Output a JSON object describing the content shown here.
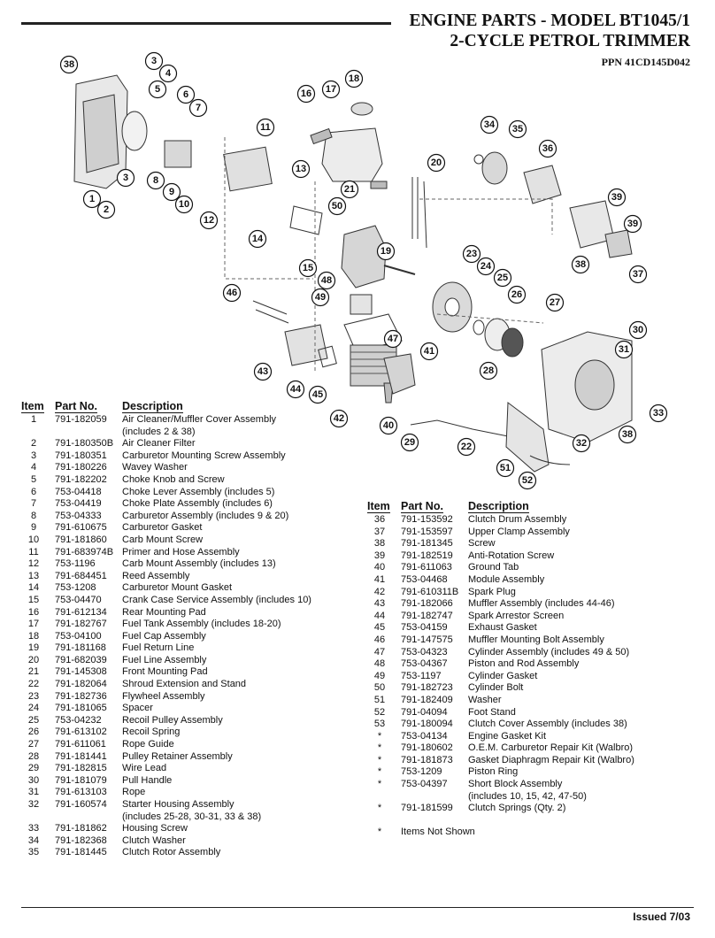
{
  "header": {
    "title_line1": "ENGINE PARTS - MODEL BT1045/1",
    "title_line2": "2-CYCLE PETROL TRIMMER",
    "ppn": "PPN 41CD145D042"
  },
  "table_headers": {
    "item": "Item",
    "part_no": "Part No.",
    "description": "Description"
  },
  "parts_left": [
    {
      "item": "1",
      "part_no": "791-182059",
      "description": "Air Cleaner/Muffler Cover Assembly",
      "description2": "(includes 2 & 38)"
    },
    {
      "item": "2",
      "part_no": "791-180350B",
      "description": "Air Cleaner Filter"
    },
    {
      "item": "3",
      "part_no": "791-180351",
      "description": "Carburetor Mounting Screw Assembly"
    },
    {
      "item": "4",
      "part_no": "791-180226",
      "description": "Wavey Washer"
    },
    {
      "item": "5",
      "part_no": "791-182202",
      "description": "Choke Knob and Screw"
    },
    {
      "item": "6",
      "part_no": "753-04418",
      "description": "Choke Lever Assembly (includes 5)"
    },
    {
      "item": "7",
      "part_no": "753-04419",
      "description": "Choke Plate Assembly (includes 6)"
    },
    {
      "item": "8",
      "part_no": "753-04333",
      "description": "Carburetor Assembly (includes 9 & 20)"
    },
    {
      "item": "9",
      "part_no": "791-610675",
      "description": "Carburetor Gasket"
    },
    {
      "item": "10",
      "part_no": "791-181860",
      "description": "Carb Mount Screw"
    },
    {
      "item": "11",
      "part_no": "791-683974B",
      "description": "Primer and Hose Assembly"
    },
    {
      "item": "12",
      "part_no": "753-1196",
      "description": "Carb Mount Assembly (includes 13)"
    },
    {
      "item": "13",
      "part_no": "791-684451",
      "description": "Reed Assembly"
    },
    {
      "item": "14",
      "part_no": "753-1208",
      "description": "Carburetor Mount Gasket"
    },
    {
      "item": "15",
      "part_no": "753-04470",
      "description": "Crank Case Service Assembly (includes 10)"
    },
    {
      "item": "16",
      "part_no": "791-612134",
      "description": "Rear Mounting Pad"
    },
    {
      "item": "17",
      "part_no": "791-182767",
      "description": "Fuel Tank Assembly (includes 18-20)"
    },
    {
      "item": "18",
      "part_no": "753-04100",
      "description": "Fuel Cap Assembly"
    },
    {
      "item": "19",
      "part_no": "791-181168",
      "description": "Fuel Return Line"
    },
    {
      "item": "20",
      "part_no": "791-682039",
      "description": "Fuel Line Assembly"
    },
    {
      "item": "21",
      "part_no": "791-145308",
      "description": "Front Mounting Pad"
    },
    {
      "item": "22",
      "part_no": "791-182064",
      "description": "Shroud Extension and Stand"
    },
    {
      "item": "23",
      "part_no": "791-182736",
      "description": "Flywheel Assembly"
    },
    {
      "item": "24",
      "part_no": "791-181065",
      "description": "Spacer"
    },
    {
      "item": "25",
      "part_no": "753-04232",
      "description": "Recoil Pulley Assembly"
    },
    {
      "item": "26",
      "part_no": "791-613102",
      "description": "Recoil Spring"
    },
    {
      "item": "27",
      "part_no": "791-611061",
      "description": "Rope Guide"
    },
    {
      "item": "28",
      "part_no": "791-181441",
      "description": "Pulley Retainer Assembly"
    },
    {
      "item": "29",
      "part_no": "791-182815",
      "description": "Wire Lead"
    },
    {
      "item": "30",
      "part_no": "791-181079",
      "description": "Pull Handle"
    },
    {
      "item": "31",
      "part_no": "791-613103",
      "description": "Rope"
    },
    {
      "item": "32",
      "part_no": "791-160574",
      "description": "Starter Housing Assembly",
      "description2": "(includes 25-28, 30-31, 33 & 38)"
    },
    {
      "item": "33",
      "part_no": "791-181862",
      "description": "Housing Screw"
    },
    {
      "item": "34",
      "part_no": "791-182368",
      "description": "Clutch Washer"
    },
    {
      "item": "35",
      "part_no": "791-181445",
      "description": "Clutch Rotor Assembly"
    }
  ],
  "parts_right": [
    {
      "item": "36",
      "part_no": "791-153592",
      "description": "Clutch Drum Assembly"
    },
    {
      "item": "37",
      "part_no": "791-153597",
      "description": "Upper Clamp Assembly"
    },
    {
      "item": "38",
      "part_no": "791-181345",
      "description": "Screw"
    },
    {
      "item": "39",
      "part_no": "791-182519",
      "description": "Anti-Rotation Screw"
    },
    {
      "item": "40",
      "part_no": "791-611063",
      "description": "Ground Tab"
    },
    {
      "item": "41",
      "part_no": "753-04468",
      "description": "Module Assembly"
    },
    {
      "item": "42",
      "part_no": "791-610311B",
      "description": "Spark Plug"
    },
    {
      "item": "43",
      "part_no": "791-182066",
      "description": "Muffler Assembly (includes 44-46)"
    },
    {
      "item": "44",
      "part_no": "791-182747",
      "description": "Spark Arrestor Screen"
    },
    {
      "item": "45",
      "part_no": "753-04159",
      "description": "Exhaust Gasket"
    },
    {
      "item": "46",
      "part_no": "791-147575",
      "description": "Muffler Mounting Bolt Assembly"
    },
    {
      "item": "47",
      "part_no": "753-04323",
      "description": "Cylinder Assembly (includes 49 & 50)"
    },
    {
      "item": "48",
      "part_no": "753-04367",
      "description": "Piston and Rod Assembly"
    },
    {
      "item": "49",
      "part_no": "753-1197",
      "description": "Cylinder Gasket"
    },
    {
      "item": "50",
      "part_no": "791-182723",
      "description": "Cylinder Bolt"
    },
    {
      "item": "51",
      "part_no": "791-182409",
      "description": "Washer"
    },
    {
      "item": "52",
      "part_no": "791-04094",
      "description": "Foot Stand"
    },
    {
      "item": "53",
      "part_no": "791-180094",
      "description": "Clutch Cover Assembly (includes 38)"
    },
    {
      "item": "*",
      "part_no": "753-04134",
      "description": "Engine Gasket Kit"
    },
    {
      "item": "*",
      "part_no": "791-180602",
      "description": "O.E.M. Carburetor Repair Kit (Walbro)"
    },
    {
      "item": "*",
      "part_no": "791-181873",
      "description": "Gasket Diaphragm Repair Kit (Walbro)"
    },
    {
      "item": "*",
      "part_no": "753-1209",
      "description": "Piston Ring"
    },
    {
      "item": "*",
      "part_no": "753-04397",
      "description": "Short Block Assembly",
      "description2": "(includes 10, 15, 42, 47-50)"
    },
    {
      "item": "*",
      "part_no": "791-181599",
      "description": "Clutch Springs (Qty. 2)"
    }
  ],
  "note": {
    "star": "*",
    "text": "Items Not Shown"
  },
  "footer": {
    "issued": "Issued 7/03"
  },
  "callouts": [
    "38",
    "3",
    "4",
    "5",
    "6",
    "7",
    "1",
    "2",
    "3",
    "8",
    "9",
    "10",
    "11",
    "12",
    "13",
    "14",
    "15",
    "16",
    "17",
    "18",
    "19",
    "20",
    "21",
    "50",
    "34",
    "35",
    "36",
    "39",
    "39",
    "38",
    "37",
    "23",
    "24",
    "25",
    "26",
    "27",
    "28",
    "30",
    "31",
    "33",
    "32",
    "38",
    "22",
    "51",
    "52",
    "29",
    "40",
    "41",
    "42",
    "43",
    "44",
    "45",
    "46",
    "47",
    "48",
    "49"
  ]
}
